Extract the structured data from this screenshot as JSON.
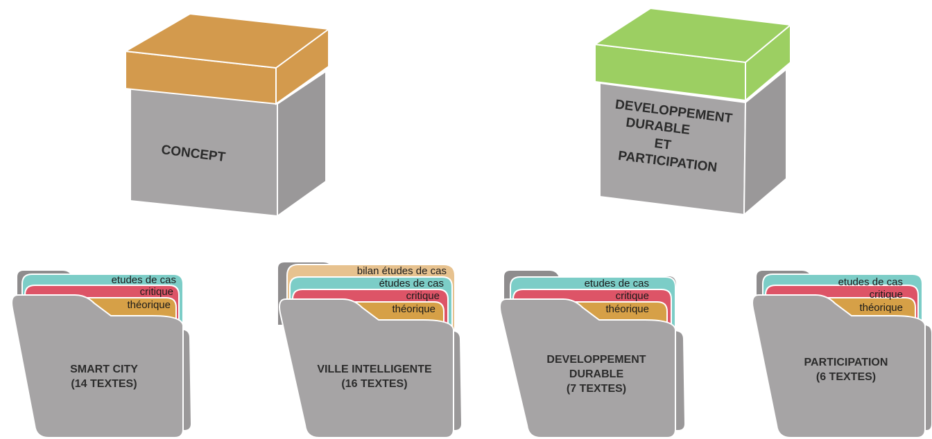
{
  "colors": {
    "box_body": "#a6a4a5",
    "box_side": "#9a9899",
    "box_lid_concept": "#d39a4d",
    "box_lid_dev": "#9ccf62",
    "folder": "#a6a4a5",
    "folder_back": "#8e8c8d",
    "tab_teal": "#7ccdc7",
    "tab_red": "#dd5467",
    "tab_orange": "#d6a047",
    "tab_peach": "#e7c28f"
  },
  "boxes": [
    {
      "id": "concept",
      "lines": [
        "CONCEPT"
      ]
    },
    {
      "id": "dev",
      "lines": [
        "DEVELOPPEMENT",
        "DURABLE",
        "ET",
        "PARTICIPATION"
      ]
    }
  ],
  "folders": [
    {
      "id": "smart",
      "tabs": [
        "etudes de cas",
        "critique",
        "théorique"
      ],
      "lines": [
        "SMART CITY",
        "(14 TEXTES)"
      ]
    },
    {
      "id": "ville",
      "tabs": [
        "bilan études de cas",
        "études de cas",
        "critique",
        "théorique"
      ],
      "lines": [
        "VILLE INTELLIGENTE",
        "(16 TEXTES)"
      ]
    },
    {
      "id": "devdur",
      "tabs": [
        "etudes de cas",
        "critique",
        "théorique"
      ],
      "lines": [
        "DEVELOPPEMENT",
        "DURABLE",
        "(7 TEXTES)"
      ]
    },
    {
      "id": "particip",
      "tabs": [
        "etudes de cas",
        "critique",
        "théorique"
      ],
      "lines": [
        "PARTICIPATION",
        "(6 TEXTES)"
      ]
    }
  ]
}
